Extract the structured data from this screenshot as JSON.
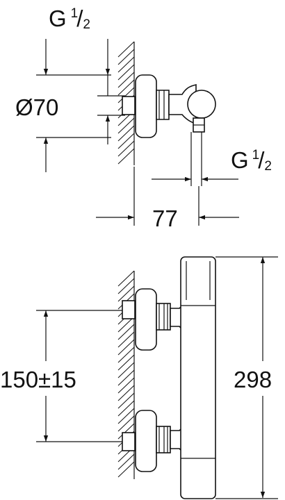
{
  "top_view": {
    "thread_inlet": {
      "base": "G",
      "num": "1",
      "den": "2"
    },
    "diameter": "Ø70",
    "thread_outlet": {
      "base": "G",
      "num": "1",
      "den": "2"
    },
    "depth": "77"
  },
  "front_view": {
    "spacing": "150±15",
    "height": "298"
  }
}
